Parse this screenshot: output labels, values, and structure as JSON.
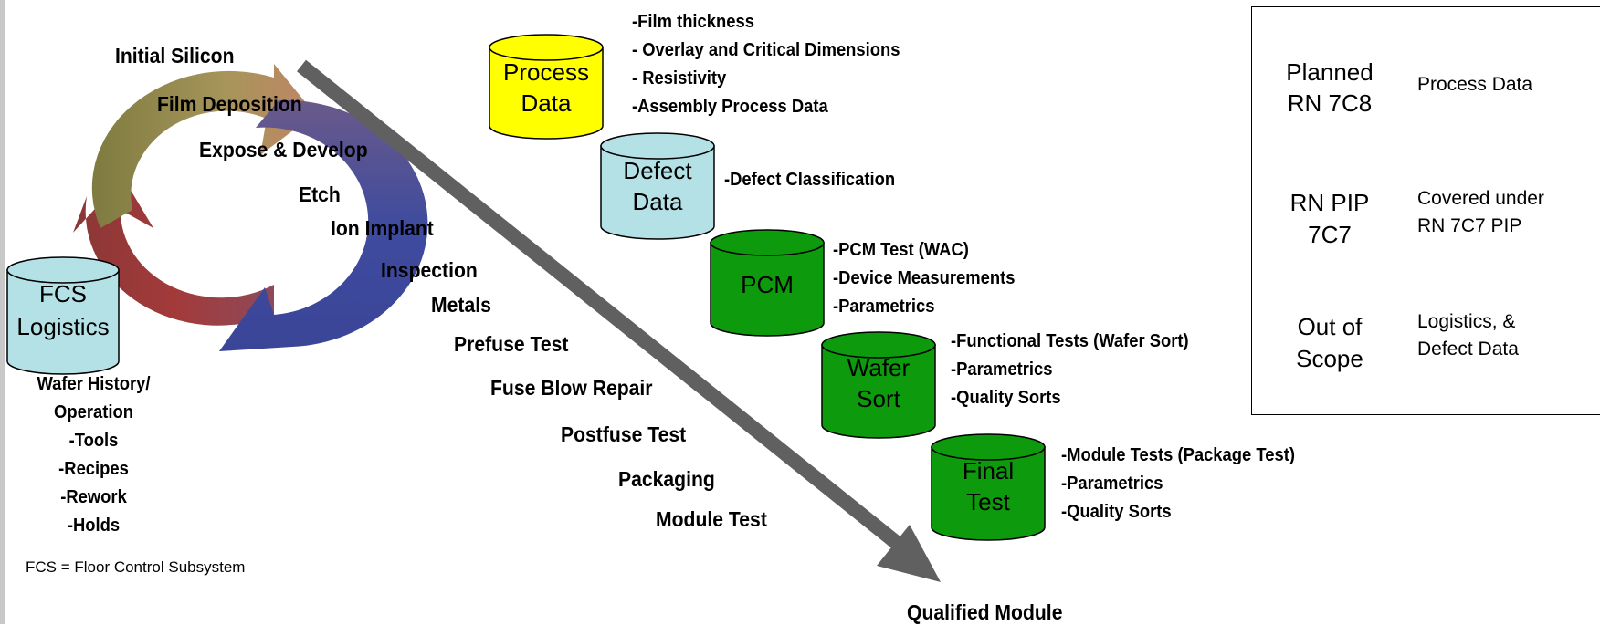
{
  "process_steps": [
    "Initial Silicon",
    "Film Deposition",
    "Expose & Develop",
    "Etch",
    "Ion Implant",
    "Inspection",
    "Metals",
    "Prefuse Test",
    "Fuse Blow Repair",
    "Postfuse Test",
    "Packaging",
    "Module Test"
  ],
  "final_output": "Qualified Module",
  "fcs": {
    "cylinder_line1": "FCS",
    "cylinder_line2": "Logistics",
    "notes": [
      "Wafer History/",
      "Operation",
      "-Tools",
      "-Recipes",
      "-Rework",
      "-Holds"
    ],
    "footnote": "FCS = Floor Control Subsystem"
  },
  "databases": [
    {
      "line1": "Process",
      "line2": "Data",
      "color": "#ffff00",
      "items": [
        "-Film thickness",
        "- Overlay and Critical Dimensions",
        "- Resistivity",
        "-Assembly Process Data"
      ]
    },
    {
      "line1": "Defect",
      "line2": "Data",
      "color": "#b4e1e5",
      "items": [
        "-Defect Classification"
      ]
    },
    {
      "line1": "PCM",
      "line2": "",
      "color": "#0d9a0d",
      "items": [
        "-PCM Test (WAC)",
        "-Device Measurements",
        "-Parametrics"
      ]
    },
    {
      "line1": "Wafer",
      "line2": "Sort",
      "color": "#0d9a0d",
      "items": [
        "-Functional Tests (Wafer Sort)",
        "-Parametrics",
        "-Quality Sorts"
      ]
    },
    {
      "line1": "Final",
      "line2": "Test",
      "color": "#0d9a0d",
      "items": [
        "-Module Tests (Package Test)",
        "-Parametrics",
        "-Quality Sorts"
      ]
    }
  ],
  "legend": [
    {
      "line1": "Planned",
      "line2": "RN 7C8",
      "color": "#ffff00",
      "desc1": "Process Data",
      "desc2": ""
    },
    {
      "line1": "RN PIP",
      "line2": "7C7",
      "color": "#339966",
      "desc1": "Covered under",
      "desc2": "RN 7C7 PIP"
    },
    {
      "line1": "Out of",
      "line2": "Scope",
      "color": "#b4e1e5",
      "desc1": "Logistics, &",
      "desc2": "Defect Data"
    }
  ],
  "colors": {
    "arrow": "#606060",
    "cycle_gold": "#9a8c4a",
    "cycle_blue": "#4b55a2",
    "cycle_red": "#9b3d3d"
  }
}
